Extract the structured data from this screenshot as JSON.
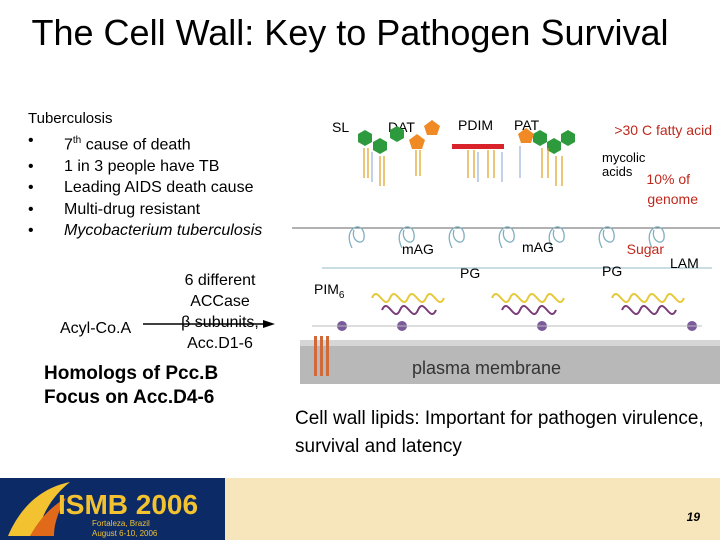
{
  "title": "The Cell Wall: Key to Pathogen Survival",
  "left": {
    "heading": "Tuberculosis",
    "bullets": [
      {
        "dot": "•",
        "pre": "7",
        "sup": "th",
        "post": " cause of death"
      },
      {
        "dot": "•",
        "text": "1 in 3 people have TB"
      },
      {
        "dot": "•",
        "text": "Leading AIDS death cause"
      },
      {
        "dot": "•",
        "text": "Multi-drug resistant"
      },
      {
        "dot": "•",
        "text": "Mycobacterium tuberculosis"
      }
    ],
    "acyl": "Acyl-Co.A",
    "acc_line1": "6 different",
    "acc_line2": "ACCase",
    "acc_line3_greek": "β",
    "acc_line3": " subunits,",
    "acc_line4": "Acc.D1-6",
    "homologs_line1": "Homologs of Pcc.B",
    "homologs_line2": "Focus on Acc.D4-6"
  },
  "diagram": {
    "labels": {
      "sl": "SL",
      "dat": "DAT",
      "pdim": "PDIM",
      "pat": "PAT",
      "fatty": ">30 C fatty acid",
      "mycolic1": "mycolic",
      "mycolic2": "acids",
      "genome1": "10% of",
      "genome2": "genome",
      "sugar": "Sugar",
      "mag1": "mAG",
      "mag2": "mAG",
      "pg1": "PG",
      "pg2": "PG",
      "lam": "LAM",
      "pim": "PIM",
      "pim_sub": "6",
      "membrane": "plasma membrane"
    },
    "colors": {
      "hexagon": "#2e9a3e",
      "pentagon": "#f08a25",
      "pdim_bar": "#d8232a",
      "annotation": "#c0281c",
      "mycolic_curl": "#7fb0c0",
      "peptidoglycan": "#e6c93a",
      "lam": "#7a3d7a",
      "membrane": "#b8b8b8"
    }
  },
  "caption": "Cell wall lipids: Important for pathogen virulence, survival and latency",
  "logo": {
    "text": "ISMB 2006",
    "sub1": "Fortaleza, Brazil",
    "sub2": "August 6-10, 2006"
  },
  "page_number": "19"
}
